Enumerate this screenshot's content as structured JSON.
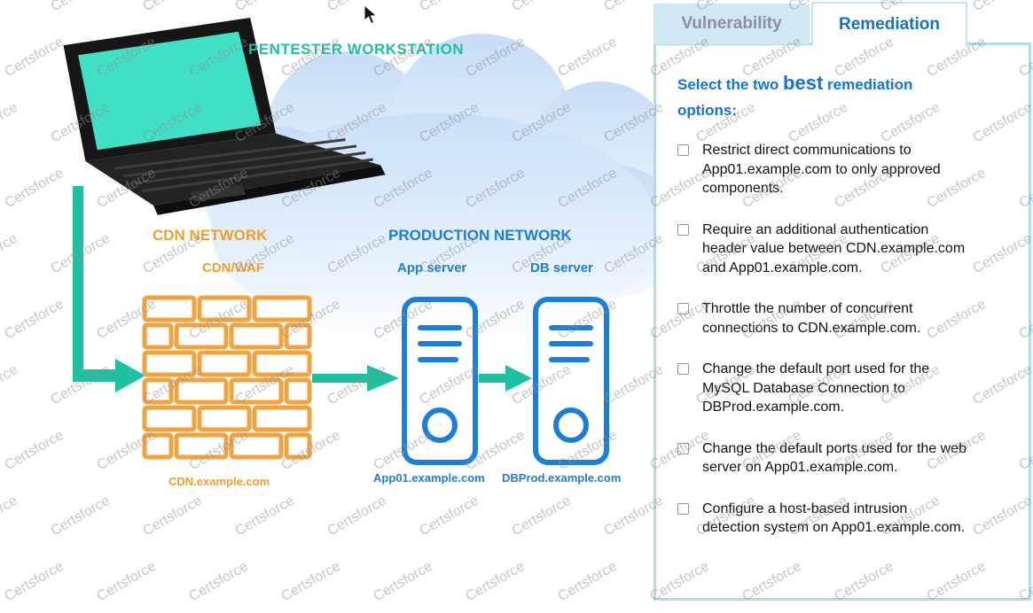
{
  "watermark": {
    "text": "Certsforce"
  },
  "diagram": {
    "pentester_label": "PENTESTER WORKSTATION",
    "cdn_network_label": "CDN NETWORK",
    "cdn_waf_label": "CDN/WAF",
    "cdn_domain": "CDN.example.com",
    "production_label": "PRODUCTION NETWORK",
    "app_server_label": "App server",
    "db_server_label": "DB server",
    "app_domain": "App01.example.com",
    "db_domain": "DBProd.example.com"
  },
  "panel": {
    "tabs": [
      {
        "label": "Vulnerability",
        "active": false
      },
      {
        "label": "Remediation",
        "active": true
      }
    ],
    "prompt": {
      "pre": "Select the two ",
      "emph": "best",
      "post": " remediation options:"
    },
    "options": [
      {
        "label": "Restrict direct communications to App01.example.com to only approved components.",
        "checked": false
      },
      {
        "label": "Require an additional authentication header value between CDN.example.com and App01.example.com.",
        "checked": false
      },
      {
        "label": "Throttle the number of concurrent connections to CDN.example.com.",
        "checked": false
      },
      {
        "label": "Change the default port used for the MySQL Database Connection to DBProd.example.com.",
        "checked": false
      },
      {
        "label": "Change the default ports used for the web server on App01.example.com.",
        "checked": false
      },
      {
        "label": "Configure a host-based intrusion detection system on App01.example.com.",
        "checked": false
      }
    ]
  },
  "colors": {
    "accent_teal": "#1ec0a2",
    "accent_orange": "#f0a028",
    "accent_blue": "#1b7ed9",
    "prompt_blue": "#1273d8",
    "tab_active_text": "#1273c0",
    "tab_inactive_text": "#8b919c",
    "panel_border": "#a9ddef",
    "watermark_gray": "#8f8f8f",
    "laptop_screen": "#3fe0c5"
  }
}
